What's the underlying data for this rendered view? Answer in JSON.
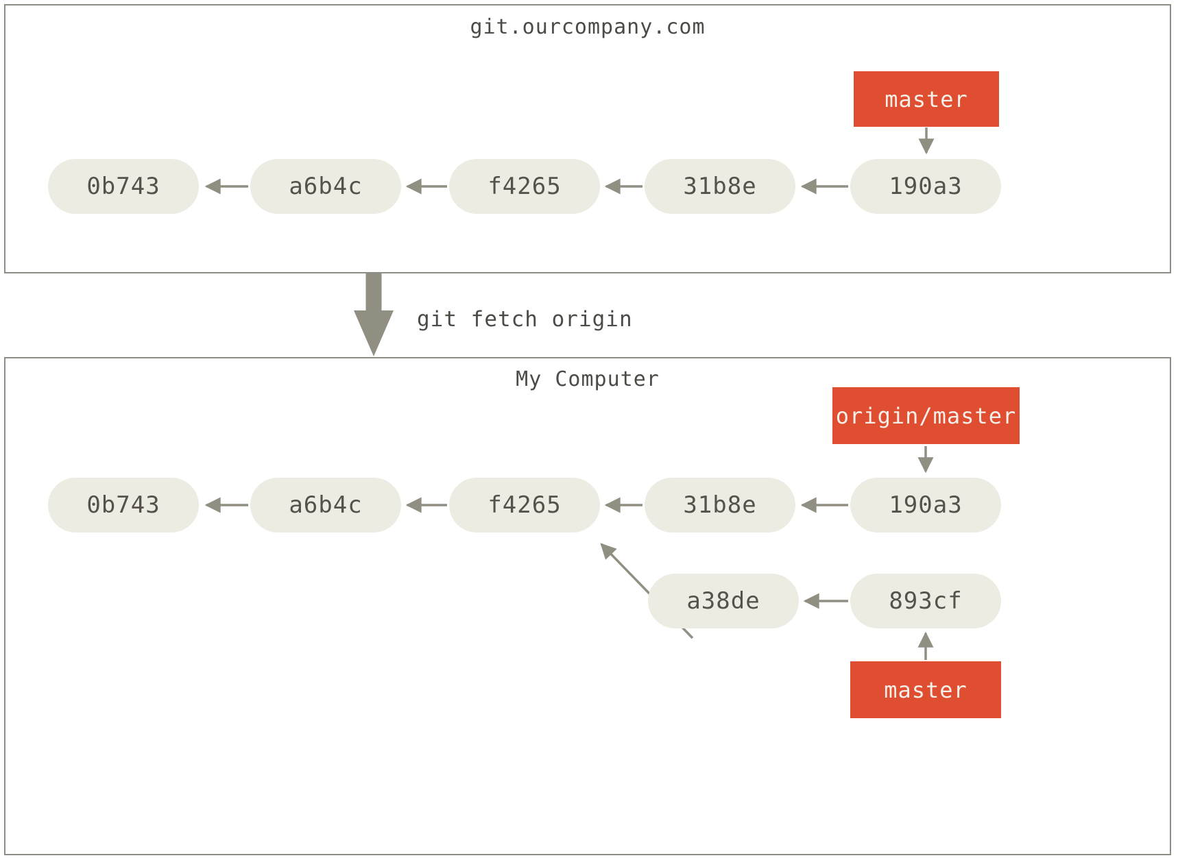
{
  "colors": {
    "branch_bg": "#e04e31",
    "branch_text": "#f4efe8",
    "node_bg": "#edece3",
    "node_text": "#56524b",
    "arrow": "#918e82",
    "panel_border": "#8e8d85",
    "text": "#4d4b45"
  },
  "remote_panel": {
    "title": "git.ourcompany.com",
    "branch": "master",
    "commits": [
      "0b743",
      "a6b4c",
      "f4265",
      "31b8e",
      "190a3"
    ]
  },
  "fetch": {
    "command": "git fetch origin"
  },
  "local_panel": {
    "title": "My Computer",
    "remote_branch": "origin/master",
    "branch": "master",
    "commits": [
      "0b743",
      "a6b4c",
      "f4265",
      "31b8e",
      "190a3"
    ],
    "local_commits": [
      "a38de",
      "893cf"
    ]
  }
}
